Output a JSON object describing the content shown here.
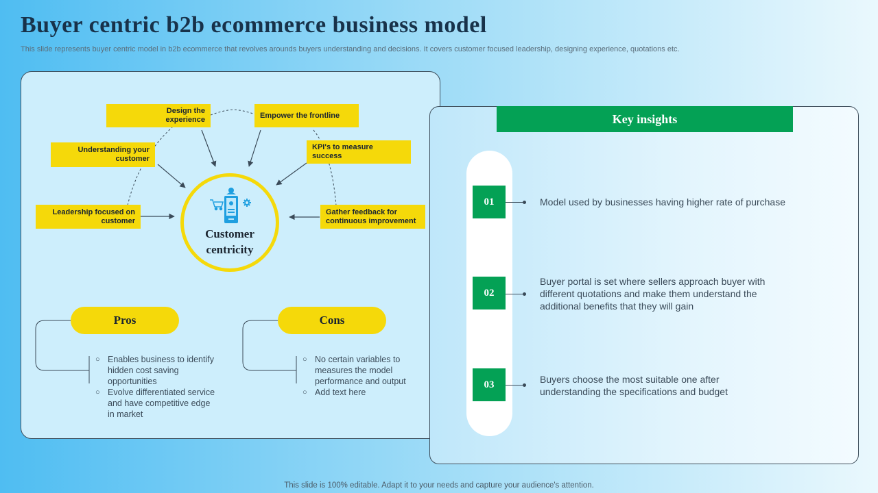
{
  "title": "Buyer centric b2b ecommerce business model",
  "subtitle": "This slide represents buyer centric model in b2b ecommerce that revolves arounds buyers understanding and decisions. It covers customer focused leadership, designing experience, quotations etc.",
  "footer": "This slide is 100% editable. Adapt it to your needs and capture your audience's attention.",
  "diagram": {
    "center": {
      "line1": "Customer",
      "line2": "centricity"
    },
    "boxes": {
      "design": {
        "line1": "Design the",
        "line2": "experience"
      },
      "empower": {
        "line1": "Empower the frontline"
      },
      "understanding": {
        "line1": "Understanding your",
        "line2": "customer"
      },
      "kpi": {
        "line1": "KPI's to measure",
        "line2": "success"
      },
      "leadership": {
        "line1": "Leadership focused on",
        "line2": "customer"
      },
      "feedback": {
        "line1": "Gather feedback for",
        "line2": "continuous improvement"
      }
    }
  },
  "pros": {
    "label": "Pros",
    "items": [
      [
        "Enables business to identify",
        "hidden cost saving",
        "opportunities"
      ],
      [
        "Evolve differentiated service",
        "and have competitive edge",
        "in market"
      ]
    ]
  },
  "cons": {
    "label": "Cons",
    "items": [
      [
        "No certain variables to",
        "measures the model",
        "performance and output"
      ],
      [
        "Add text here"
      ]
    ]
  },
  "insights": {
    "header": "Key insights",
    "items": [
      {
        "number": "01",
        "lines": [
          "Model used by businesses having higher rate of purchase"
        ]
      },
      {
        "number": "02",
        "lines": [
          "Buyer portal is set where sellers approach buyer with",
          "different quotations and make them understand the",
          "additional benefits that they will gain"
        ]
      },
      {
        "number": "03",
        "lines": [
          "Buyers choose the most suitable one after",
          "understanding the specifications and budget"
        ]
      }
    ]
  },
  "colors": {
    "yellow": "#f5d90a",
    "green": "#04a155",
    "panel": "#cdeefc",
    "text": "#1b2530",
    "icon_blue": "#1e9fe0"
  },
  "icons": [
    "shopping-cart-icon",
    "person-avatar-icon",
    "gear-icon",
    "document-icon"
  ]
}
